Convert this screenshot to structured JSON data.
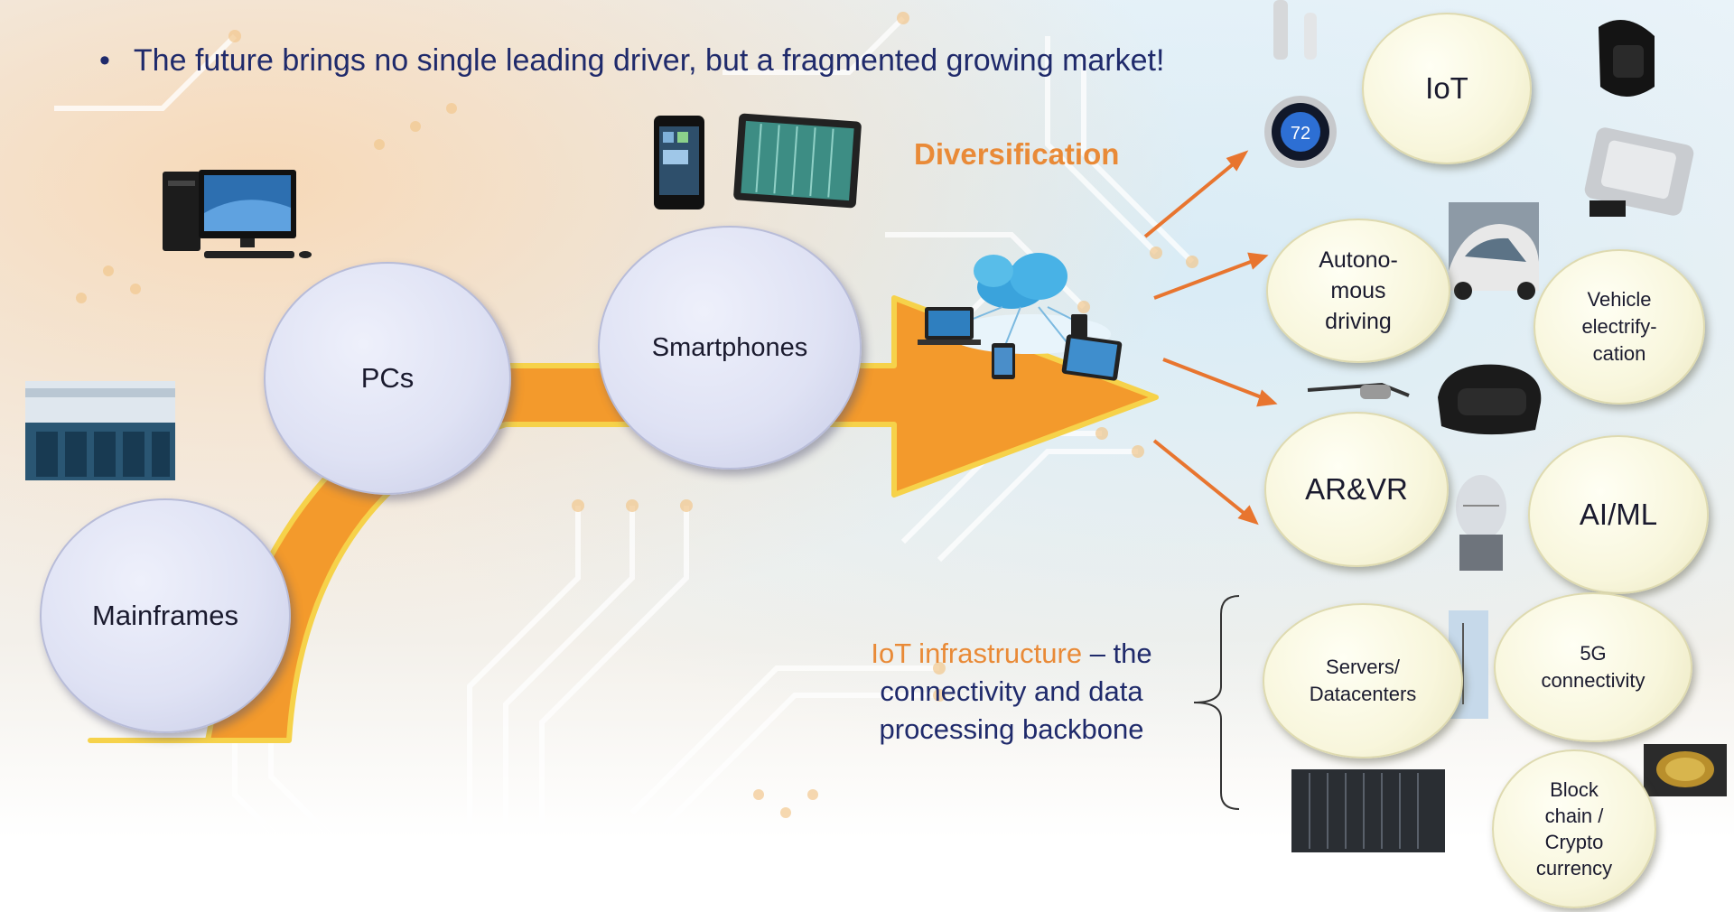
{
  "bullet": {
    "symbol": "•",
    "text": "The future brings no single leading driver, but a fragmented growing market!"
  },
  "eras": {
    "mainframes": "Mainframes",
    "pcs": "PCs",
    "smartphones": "Smartphones"
  },
  "diversification": "Diversification",
  "infrastructure": {
    "highlight": "IoT infrastructure",
    "rest": " – the connectivity and data processing backbone"
  },
  "destinations": {
    "iot": "IoT",
    "autonomous": [
      "Autono-",
      "mous",
      "driving"
    ],
    "vehicle": [
      "Vehicle",
      "electrify-",
      "cation"
    ],
    "arvr": "AR&VR",
    "aiml": "AI/ML",
    "servers": [
      "Servers/",
      "Datacenters"
    ],
    "fiveg": [
      "5G",
      "connectivity"
    ],
    "blockchain": [
      "Block",
      "chain /",
      "Crypto",
      "currency"
    ]
  },
  "colors": {
    "arrow": "#f39a2c",
    "arrow_outline": "#f6d24a",
    "accent_text": "#e98a37",
    "navy_text": "#1f2a6b"
  },
  "icons": {
    "thermostat_reading": "72"
  }
}
